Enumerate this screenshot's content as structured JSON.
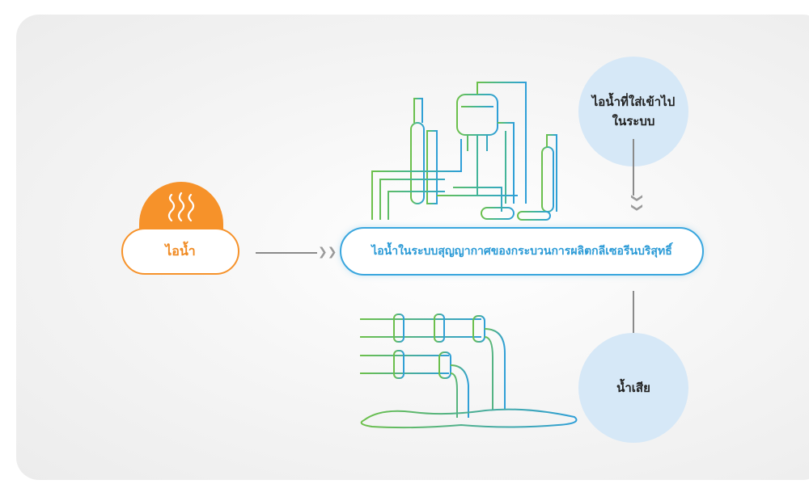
{
  "steam": {
    "label": "ไอน้ำ",
    "icon": "steam-icon",
    "color": "#f6922a"
  },
  "process": {
    "label": "ไอน้ำในระบบสุญญากาศของกระบวนการผลิตกลีเซอรีนบริสุทธิ์",
    "color": "#39a6de"
  },
  "input_circle": {
    "line1": "ไอน้ำที่ใส่เข้าไป",
    "line2": "ในระบบ"
  },
  "output_circle": {
    "label": "น้ำเสีย"
  },
  "illustrations": {
    "factory": "factory-icon",
    "pipes": "wastewater-pipes-icon"
  }
}
